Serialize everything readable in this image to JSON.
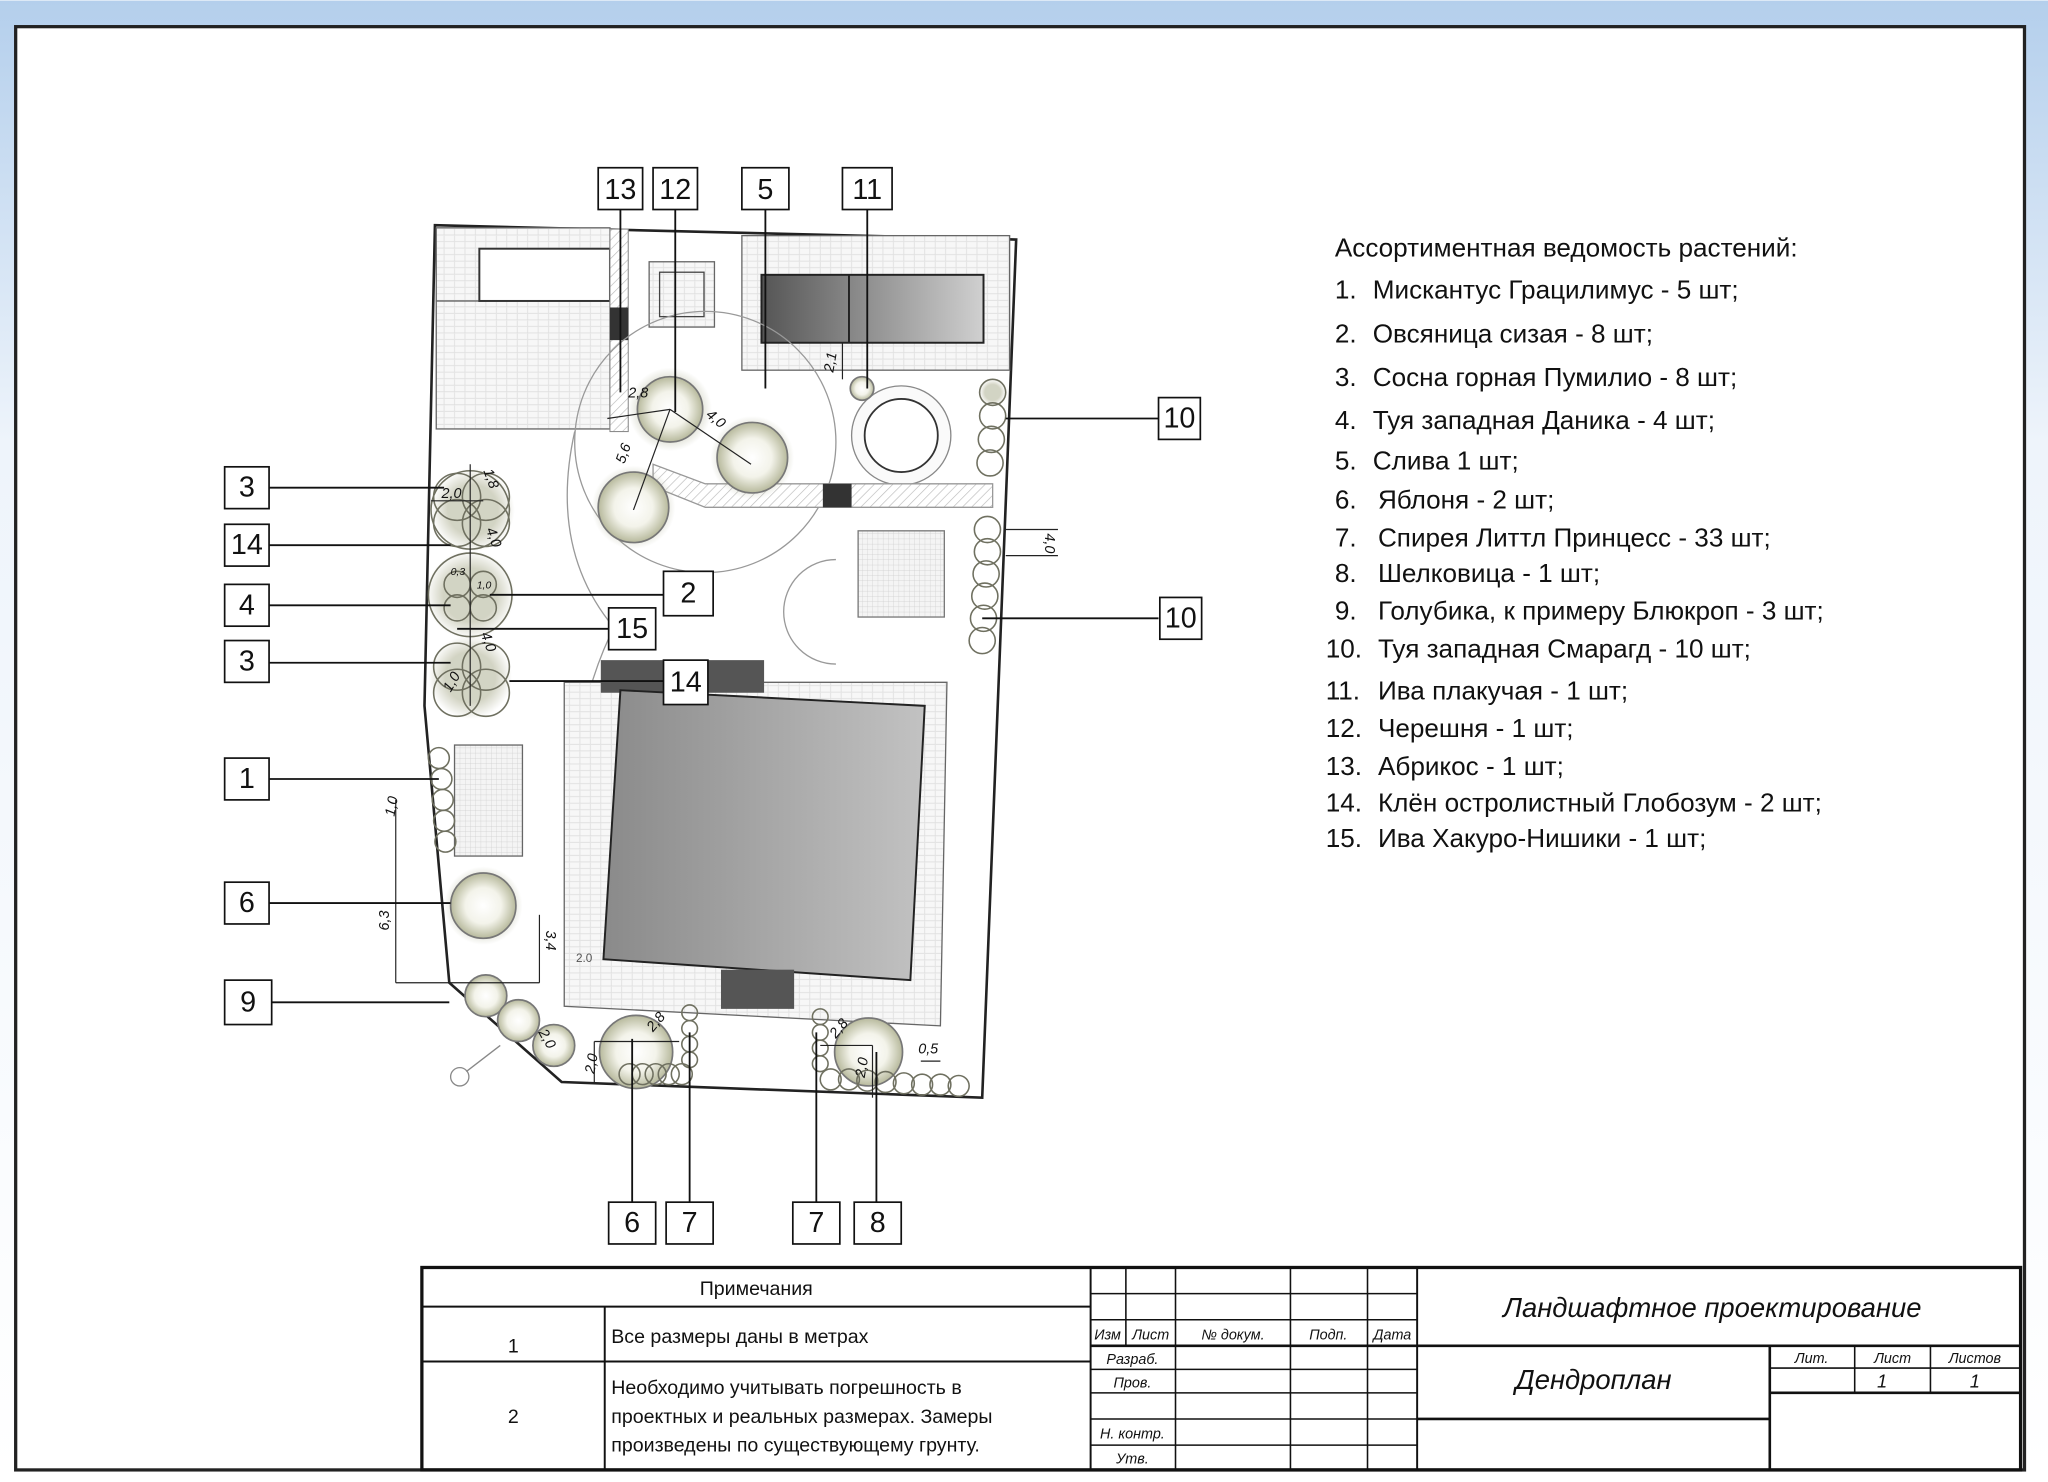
{
  "plant_list": {
    "title": "Ассортиментная ведомость растений:",
    "items": [
      {
        "n": "1.",
        "text": "Мискантус Грацилимус - 5 шт;"
      },
      {
        "n": "2.",
        "text": "Овсяница сизая - 8 шт;"
      },
      {
        "n": "3.",
        "text": "Сосна горная Пумилио - 8 шт;"
      },
      {
        "n": "4.",
        "text": "Туя западная Даника - 4 шт;"
      },
      {
        "n": "5.",
        "text": "Слива 1 шт;"
      },
      {
        "n": "6.",
        "text": "Яблоня - 2 шт;"
      },
      {
        "n": "7.",
        "text": "Спирея Литтл Принцесс - 33 шт;"
      },
      {
        "n": "8.",
        "text": "Шелковица - 1 шт;"
      },
      {
        "n": "9.",
        "text": "Голубика, к примеру Блюкроп - 3 шт;"
      },
      {
        "n": "10.",
        "text": "Туя западная Смарагд - 10 шт;"
      },
      {
        "n": "11.",
        "text": "Ива плакучая - 1 шт;"
      },
      {
        "n": "12.",
        "text": "Черешня - 1 шт;"
      },
      {
        "n": "13.",
        "text": "Абрикос - 1 шт;"
      },
      {
        "n": "14.",
        "text": "Клён остролистный Глобозум - 2 шт;"
      },
      {
        "n": "15.",
        "text": "Ива Хакуро-Нишики - 1 шт;"
      }
    ]
  },
  "callouts": [
    "13",
    "12",
    "5",
    "11",
    "10",
    "10",
    "3",
    "14",
    "4",
    "3",
    "1",
    "6",
    "9",
    "2",
    "15",
    "14",
    "6",
    "7",
    "7",
    "8"
  ],
  "dimensions": [
    "2,8",
    "4,0",
    "5,6",
    "2,1",
    "2,0",
    "1,8",
    "4,0",
    "0,3",
    "1,0",
    "4,0",
    "1,0",
    "1,0",
    "6,3",
    "3,4",
    "2,0",
    "2,0",
    "2,8",
    "2,8",
    "2,0",
    "0,5",
    "4,0",
    "2.0"
  ],
  "notes": {
    "header": "Примечания",
    "rows": [
      {
        "n": "1",
        "text": [
          "Все размеры даны в метрах"
        ]
      },
      {
        "n": "2",
        "text": [
          "Необходимо учитывать погрешность в",
          "проектных и реальных размерах. Замеры",
          "произведены по существующему грунту."
        ]
      }
    ]
  },
  "stamp": {
    "columns": [
      "Изм",
      "Лист",
      "№ докум.",
      "Подп.",
      "Дата"
    ],
    "roles": [
      "Разраб.",
      "Пров.",
      "Н. контр.",
      "Утв."
    ],
    "project": "Ландшафтное проектирование",
    "sheet_title": "Дендроплан",
    "lit_label": "Лит.",
    "sheet_label": "Лист",
    "sheets_label": "Листов",
    "sheet": "1",
    "sheets": "1"
  },
  "colors": {
    "sky": "#b8d3ee",
    "foliage": "#a6a888",
    "house": "#9a9a9a"
  }
}
